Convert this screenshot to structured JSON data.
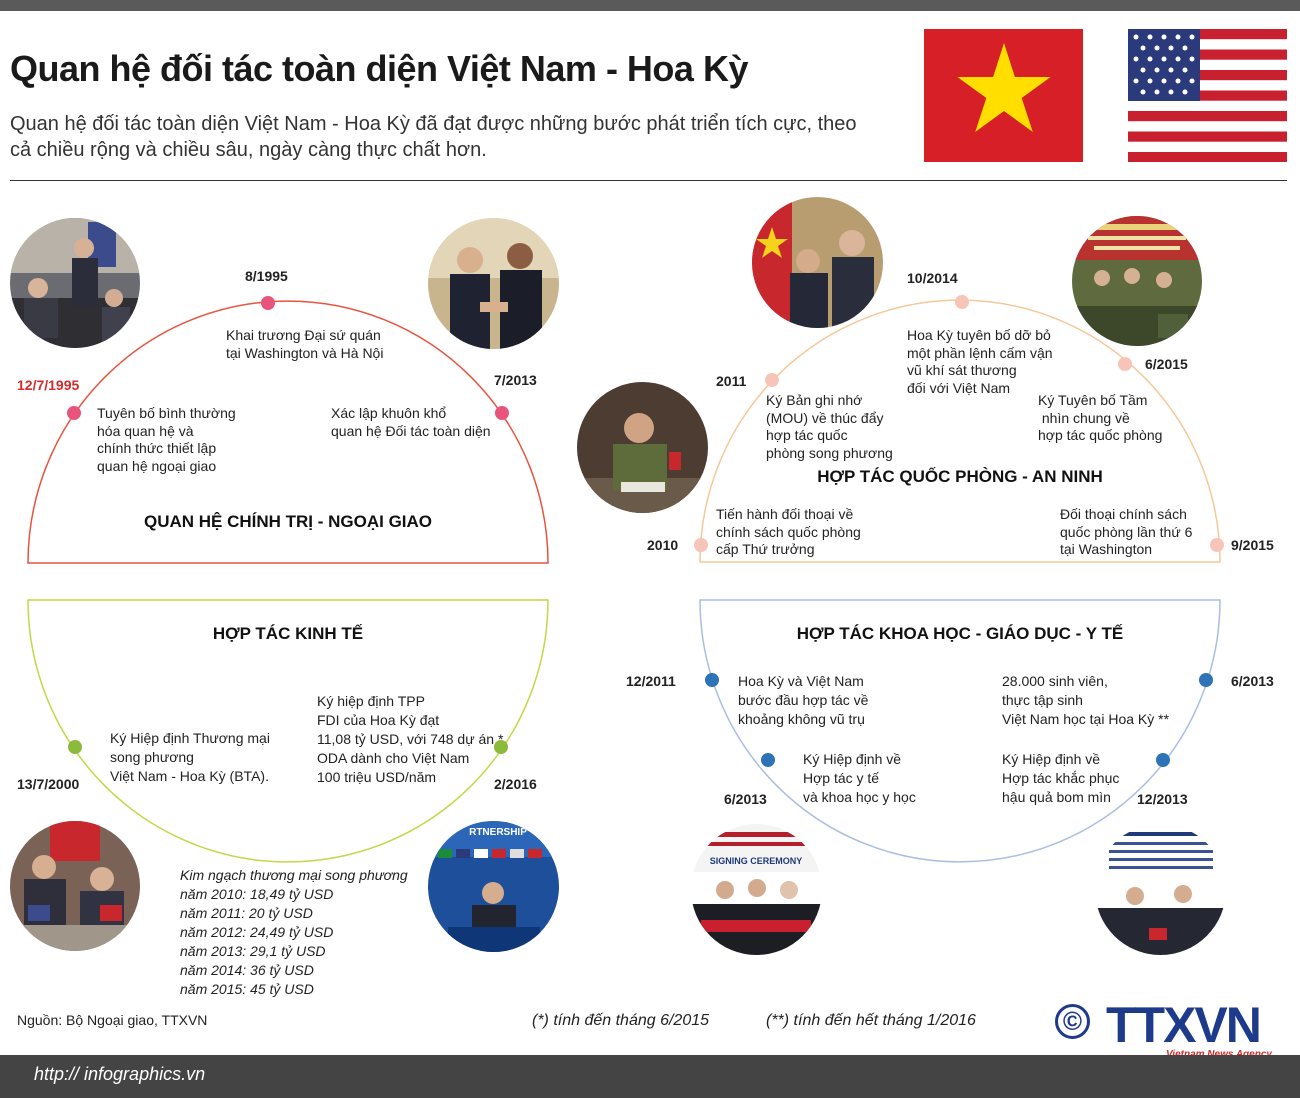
{
  "header": {
    "title": "Quan hệ đối tác toàn diện Việt Nam - Hoa Kỳ",
    "subtitle": "Quan hệ đối tác toàn diện Việt Nam - Hoa Kỳ đã đạt được những bước phát triển tích cực, theo cả chiều rộng và chiều sâu, ngày càng thực chất hơn."
  },
  "colors": {
    "political": "#e8543f",
    "economic": "#c5d648",
    "defense": "#f5c897",
    "science": "#a9bfe2",
    "dot_red": "#e9547c",
    "dot_peach": "#f6c5b8",
    "dot_green": "#8cbb3b",
    "dot_blue": "#2f73b7"
  },
  "political": {
    "title": "QUAN HỆ CHÍNH TRỊ - NGOẠI GIAO",
    "events": [
      {
        "date": "12/7/1995",
        "text": [
          "Tuyên bố bình thường",
          "hóa quan hệ và",
          "chính thức thiết lập",
          "quan hệ ngoại giao"
        ]
      },
      {
        "date": "8/1995",
        "text": [
          "Khai trương Đại sứ quán",
          "tại Washington và Hà Nội"
        ]
      },
      {
        "date": "7/2013",
        "text": [
          "Xác lập khuôn khổ",
          "quan hệ Đối tác toàn diện"
        ]
      }
    ]
  },
  "economic": {
    "title": "HỢP TÁC KINH TẾ",
    "events": [
      {
        "date": "13/7/2000",
        "text": [
          "Ký Hiệp định Thương mại",
          "song phương",
          "Việt Nam - Hoa Kỳ (BTA)."
        ]
      },
      {
        "date": "2/2016",
        "text": [
          "Ký hiệp định TPP",
          "FDI của Hoa Kỳ đạt",
          "11,08 tỷ USD, với 748 dự án *",
          "ODA dành cho Việt Nam",
          "100 triệu USD/năm"
        ]
      }
    ],
    "trade": [
      "Kim ngạch thương mại song phương",
      "năm 2010: 18,49 tỷ USD",
      "năm 2011: 20 tỷ USD",
      "năm 2012: 24,49 tỷ USD",
      "năm 2013: 29,1 tỷ USD",
      "năm 2014: 36 tỷ USD",
      "năm 2015: 45 tỷ USD"
    ]
  },
  "defense": {
    "title": "HỢP TÁC QUỐC PHÒNG - AN NINH",
    "events": [
      {
        "date": "2010",
        "text": [
          "Tiến hành đối thoại về",
          "chính sách quốc phòng",
          "cấp Thứ trưởng"
        ]
      },
      {
        "date": "2011",
        "text": [
          "Ký Bản ghi nhớ",
          "(MOU) về thúc đẩy",
          "hợp tác quốc",
          "phòng song phương"
        ]
      },
      {
        "date": "10/2014",
        "text": [
          "Hoa Kỳ tuyên bố dỡ bỏ",
          "một phần lệnh cấm vận",
          "vũ khí sát thương",
          "đối với Việt Nam"
        ]
      },
      {
        "date": "6/2015",
        "text": [
          "Ký Tuyên bố Tầm",
          " nhìn chung về",
          "hợp tác quốc phòng"
        ]
      },
      {
        "date": "9/2015",
        "text": [
          "Đối thoại chính sách",
          "quốc phòng lần thứ 6",
          "tại Washington"
        ]
      }
    ]
  },
  "science": {
    "title": "HỢP TÁC KHOA HỌC - GIÁO DỤC - Y TẾ",
    "events": [
      {
        "date": "12/2011",
        "text": [
          "Hoa Kỳ và Việt Nam",
          "bước đầu hợp tác về",
          "khoảng không vũ trụ"
        ]
      },
      {
        "date": "6/2013",
        "text": [
          "Ký Hiệp định về",
          "Hợp tác y tế",
          "và khoa học y học"
        ]
      },
      {
        "date": "6/2013",
        "text": [
          "28.000 sinh viên,",
          "thực tập sinh",
          "Việt Nam học tại Hoa Kỳ **"
        ]
      },
      {
        "date": "12/2013",
        "text": [
          "Ký Hiệp định về",
          "Hợp tác khắc phục",
          "hậu quả bom mìn"
        ]
      }
    ]
  },
  "photos": {
    "ceremony_banner": "SIGNING CEREMONY",
    "partnership_banner": "RTNERSHIP"
  },
  "footer": {
    "source": "Nguồn: Bộ Ngoại giao, TTXVN",
    "note1": "(*) tính đến tháng 6/2015",
    "note2": "(**) tính đến hết tháng 1/2016",
    "copyright": "©",
    "logo": "TTXVN",
    "logo_sub": "Vietnam News Agency",
    "url": "http:// infographics.vn"
  }
}
